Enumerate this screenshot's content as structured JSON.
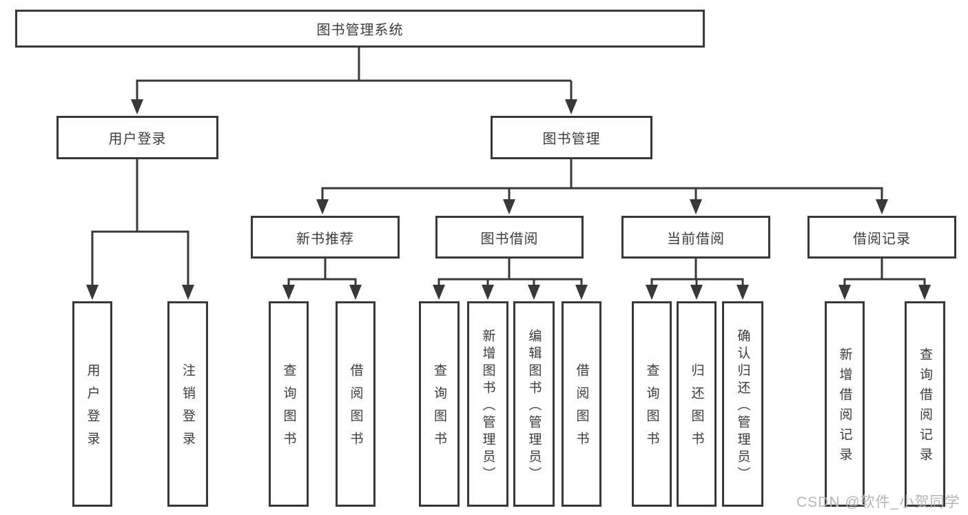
{
  "diagram": {
    "title": "图书管理系统",
    "level2": {
      "user_login": "用户登录",
      "book_management": "图书管理"
    },
    "level3": {
      "new_book_recommend": "新书推荐",
      "book_borrowing": "图书借阅",
      "current_borrowing": "当前借阅",
      "borrowing_records": "借阅记录"
    },
    "leaves": {
      "user_login": "用户登录",
      "logout": "注销登录",
      "recommend_query_books": "查询图书",
      "recommend_borrow_books": "借阅图书",
      "borrowing_query_books": "查询图书",
      "borrowing_add_books": "新增图书（管理员）",
      "borrowing_edit_books": "编辑图书（管理员）",
      "borrowing_borrow_books": "借阅图书",
      "current_query_books": "查询图书",
      "current_return_books": "归还图书",
      "current_confirm_return": "确认归还（管理员）",
      "records_add_record": "新增借阅记录",
      "records_query_record": "查询借阅记录"
    }
  },
  "watermark": "CSDN @软件_小贺同学",
  "colors": {
    "line": "#383838",
    "text": "#3c3c3c",
    "watermark": "#b5b5b5",
    "background": "#ffffff"
  }
}
